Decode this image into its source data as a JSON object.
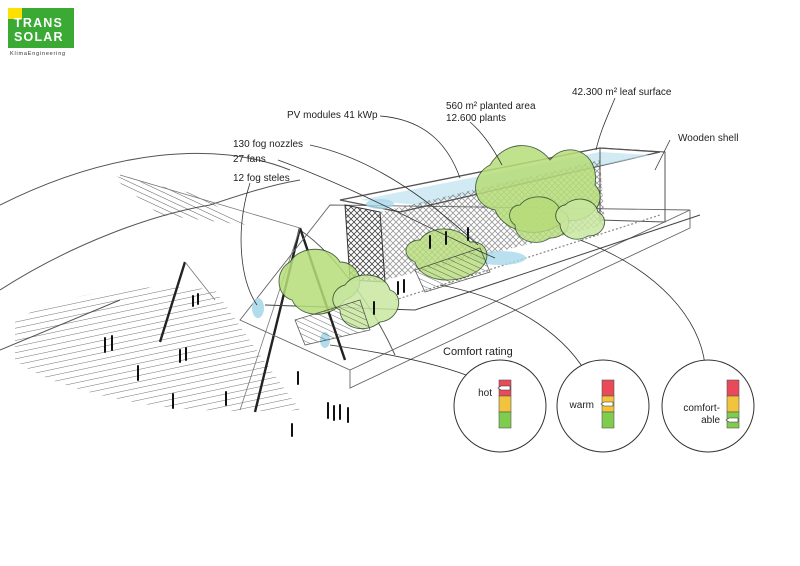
{
  "logo": {
    "line1": "TRANS",
    "line2": "SOLAR",
    "subtitle": "KlimaEngineering",
    "colors": {
      "green": "#3aaa35",
      "yellow": "#ffe000"
    }
  },
  "labels": {
    "pv_modules": "PV modules 41 kWp",
    "planted_area": "560 m² planted area",
    "plants": "12.600 plants",
    "leaf_surface": "42.300 m² leaf surface",
    "wooden_shell": "Wooden shell",
    "fog_nozzles": "130 fog nozzles",
    "fans": "27 fans",
    "fog_steles": "12 fog steles",
    "comfort_rating": "Comfort rating"
  },
  "gauges": [
    {
      "label_line1": "hot",
      "label_line2": "",
      "level": "hot"
    },
    {
      "label_line1": "warm",
      "label_line2": "",
      "level": "warm"
    },
    {
      "label_line1": "comfort-",
      "label_line2": "able",
      "level": "comfortable"
    }
  ],
  "colors": {
    "hot": "#e84a5a",
    "warm": "#f2c43d",
    "comfortable": "#7fcc4e",
    "fog": "#a8d8ea",
    "foliage": "#b7dd7a"
  }
}
